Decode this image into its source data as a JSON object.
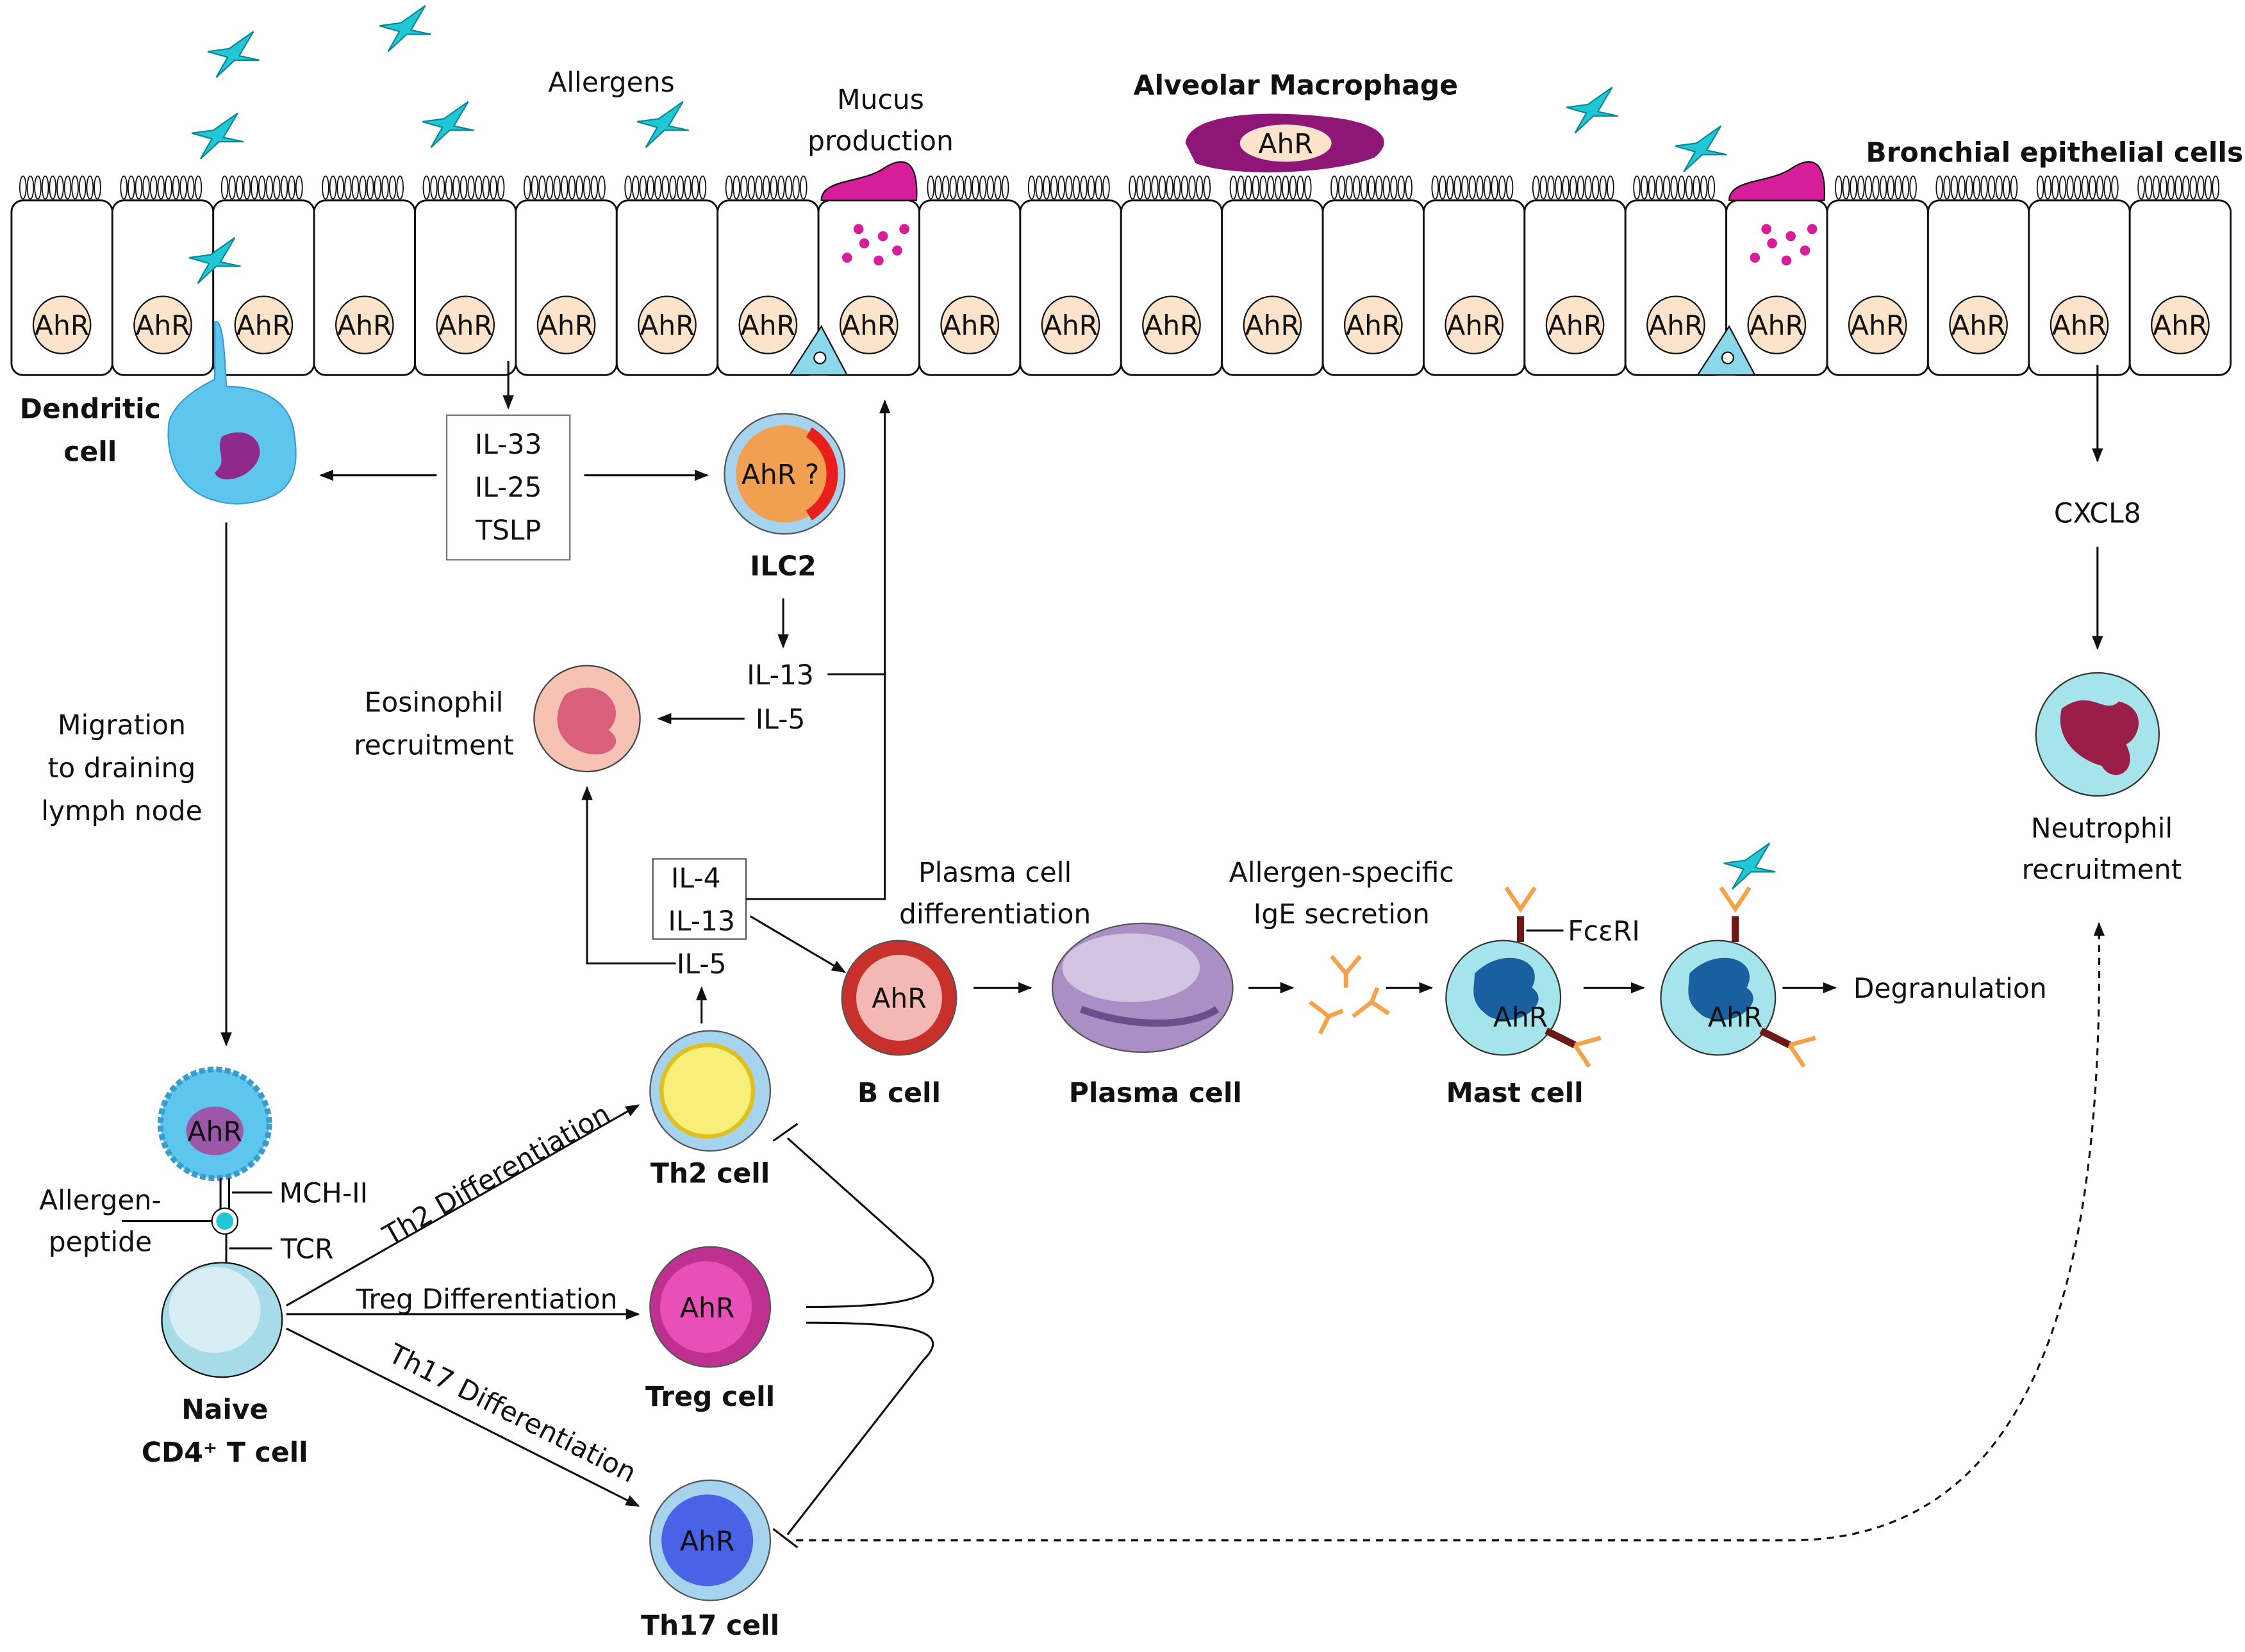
{
  "top": {
    "allergens": "Allergens",
    "mucus": [
      "Mucus",
      "production"
    ],
    "macrophage": "Alveolar  Macrophage",
    "macrophage_ahr": "AhR",
    "bronchial": "Bronchial epithelial cells"
  },
  "epithelium": {
    "cell_count": 22,
    "nucleus_label": "AhR",
    "goblet_cells_at": [
      8,
      17
    ]
  },
  "dendritic": {
    "label": [
      "Dendritic",
      "cell"
    ]
  },
  "cytokine_box": [
    "IL-33",
    "IL-25",
    "TSLP"
  ],
  "ilc2": {
    "nucleus": "AhR ?",
    "label": "ILC2"
  },
  "ilc2_outputs": {
    "il13": "IL-13",
    "il5": "IL-5"
  },
  "eosinophil": {
    "label": [
      "Eosinophil",
      "recruitment"
    ]
  },
  "migration": [
    "Migration",
    "to draining",
    "lymph node"
  ],
  "apc": {
    "nucleus": "AhR",
    "mhc": "MCH-II",
    "peptide": [
      "Allergen-",
      "peptide"
    ],
    "tcr": "TCR"
  },
  "naive": {
    "label": [
      "Naive",
      "CD4⁺ T cell"
    ]
  },
  "differentiation": {
    "th2": "Th2 Differentiation",
    "treg": "Treg Differentiation",
    "th17": "Th17 Differentiation"
  },
  "th2": {
    "label": "Th2 cell"
  },
  "treg": {
    "nucleus": "AhR",
    "label": "Treg cell"
  },
  "th17": {
    "nucleus": "AhR",
    "label": "Th17 cell"
  },
  "th2_box": [
    "IL-4",
    "IL-13"
  ],
  "th2_il5": "IL-5",
  "bcell": {
    "nucleus": "AhR",
    "label": "B cell"
  },
  "plasma": {
    "label": "Plasma cell",
    "step": [
      "Plasma cell",
      "differentiation"
    ]
  },
  "ige": [
    "Allergen-specific",
    "IgE secretion"
  ],
  "mast": {
    "nucleus": "AhR",
    "label": "Mast cell",
    "receptor": "FcεRI",
    "nucleus2": "AhR"
  },
  "degranulation": "Degranulation",
  "cxcl8": "CXCL8",
  "neutrophil": {
    "label": [
      "Neutrophil",
      "recruitment"
    ]
  },
  "colors": {
    "allergen": "#22c7d6",
    "goblet": "#d61e9a",
    "macrophage": "#8e1677",
    "nucleus": "#fbe3cc",
    "dendritic": "#5ec6ee",
    "ilc2": "#f0a050",
    "th2": "#f7ef7a",
    "treg": "#e850b8",
    "th17": "#4a62e6",
    "bcell": "#c8302c",
    "plasma": "#a98fc4",
    "mast": "#2d8fc0",
    "antibody": "#f5a24a",
    "neutrophil": "#a4e4ea",
    "eosinophil": "#f6c2b4"
  }
}
